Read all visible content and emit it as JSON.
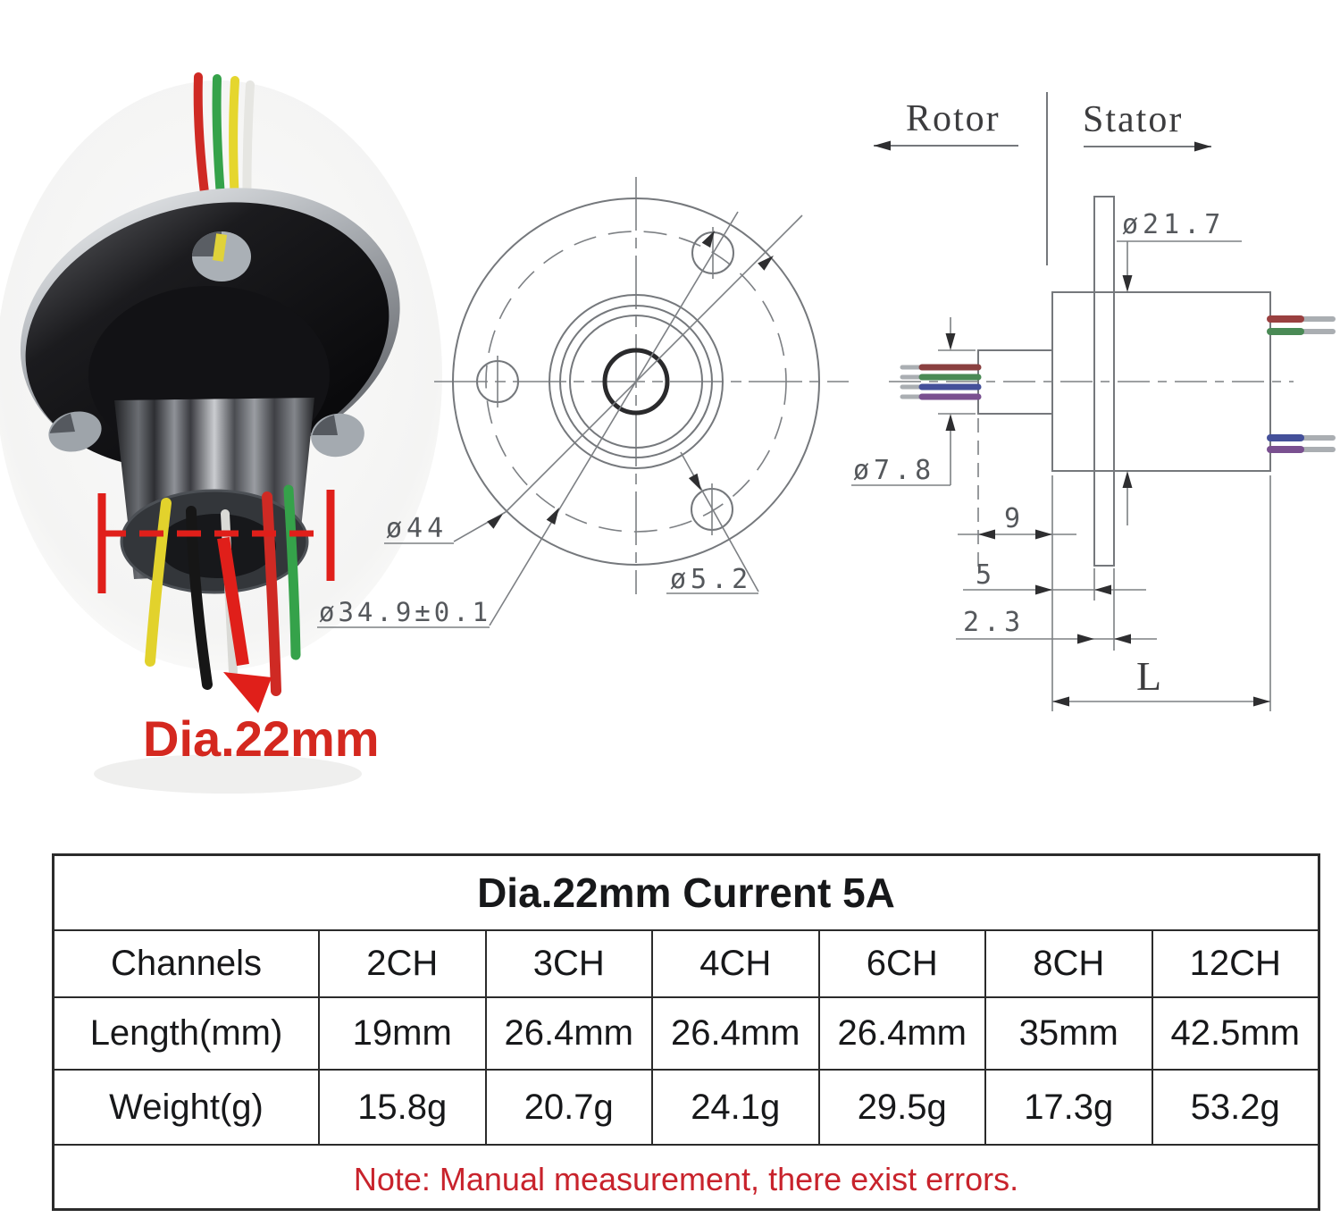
{
  "photo": {
    "dia_label": "Dia.22mm"
  },
  "front_view": {
    "dim_flange_dia": "ø44",
    "dim_bolt_circle": "ø34.9±0.1",
    "dim_hole_dia": "ø5.2"
  },
  "side_view": {
    "rotor_label": "Rotor",
    "stator_label": "Stator",
    "dim_body_dia": "ø21.7",
    "dim_shaft_dia": "ø7.8",
    "dim_shaft_len": "9",
    "dim_to_flange": "5",
    "dim_flange_thickness": "2.3",
    "dim_overall_length": "L"
  },
  "table": {
    "title": "Dia.22mm Current 5A",
    "row_labels": [
      "Channels",
      "Length(mm)",
      "Weight(g)"
    ],
    "columns": [
      "2CH",
      "3CH",
      "4CH",
      "6CH",
      "8CH",
      "12CH"
    ],
    "length_values": [
      "19mm",
      "26.4mm",
      "26.4mm",
      "26.4mm",
      "35mm",
      "42.5mm"
    ],
    "weight_values": [
      "15.8g",
      "20.7g",
      "24.1g",
      "29.5g",
      "17.3g",
      "53.2g"
    ],
    "note": "Note: Manual measurement, there exist errors."
  },
  "colors": {
    "annotation_red": "#d4281f",
    "note_red": "#c8232c",
    "drawing_line_gray": "#75787c"
  }
}
